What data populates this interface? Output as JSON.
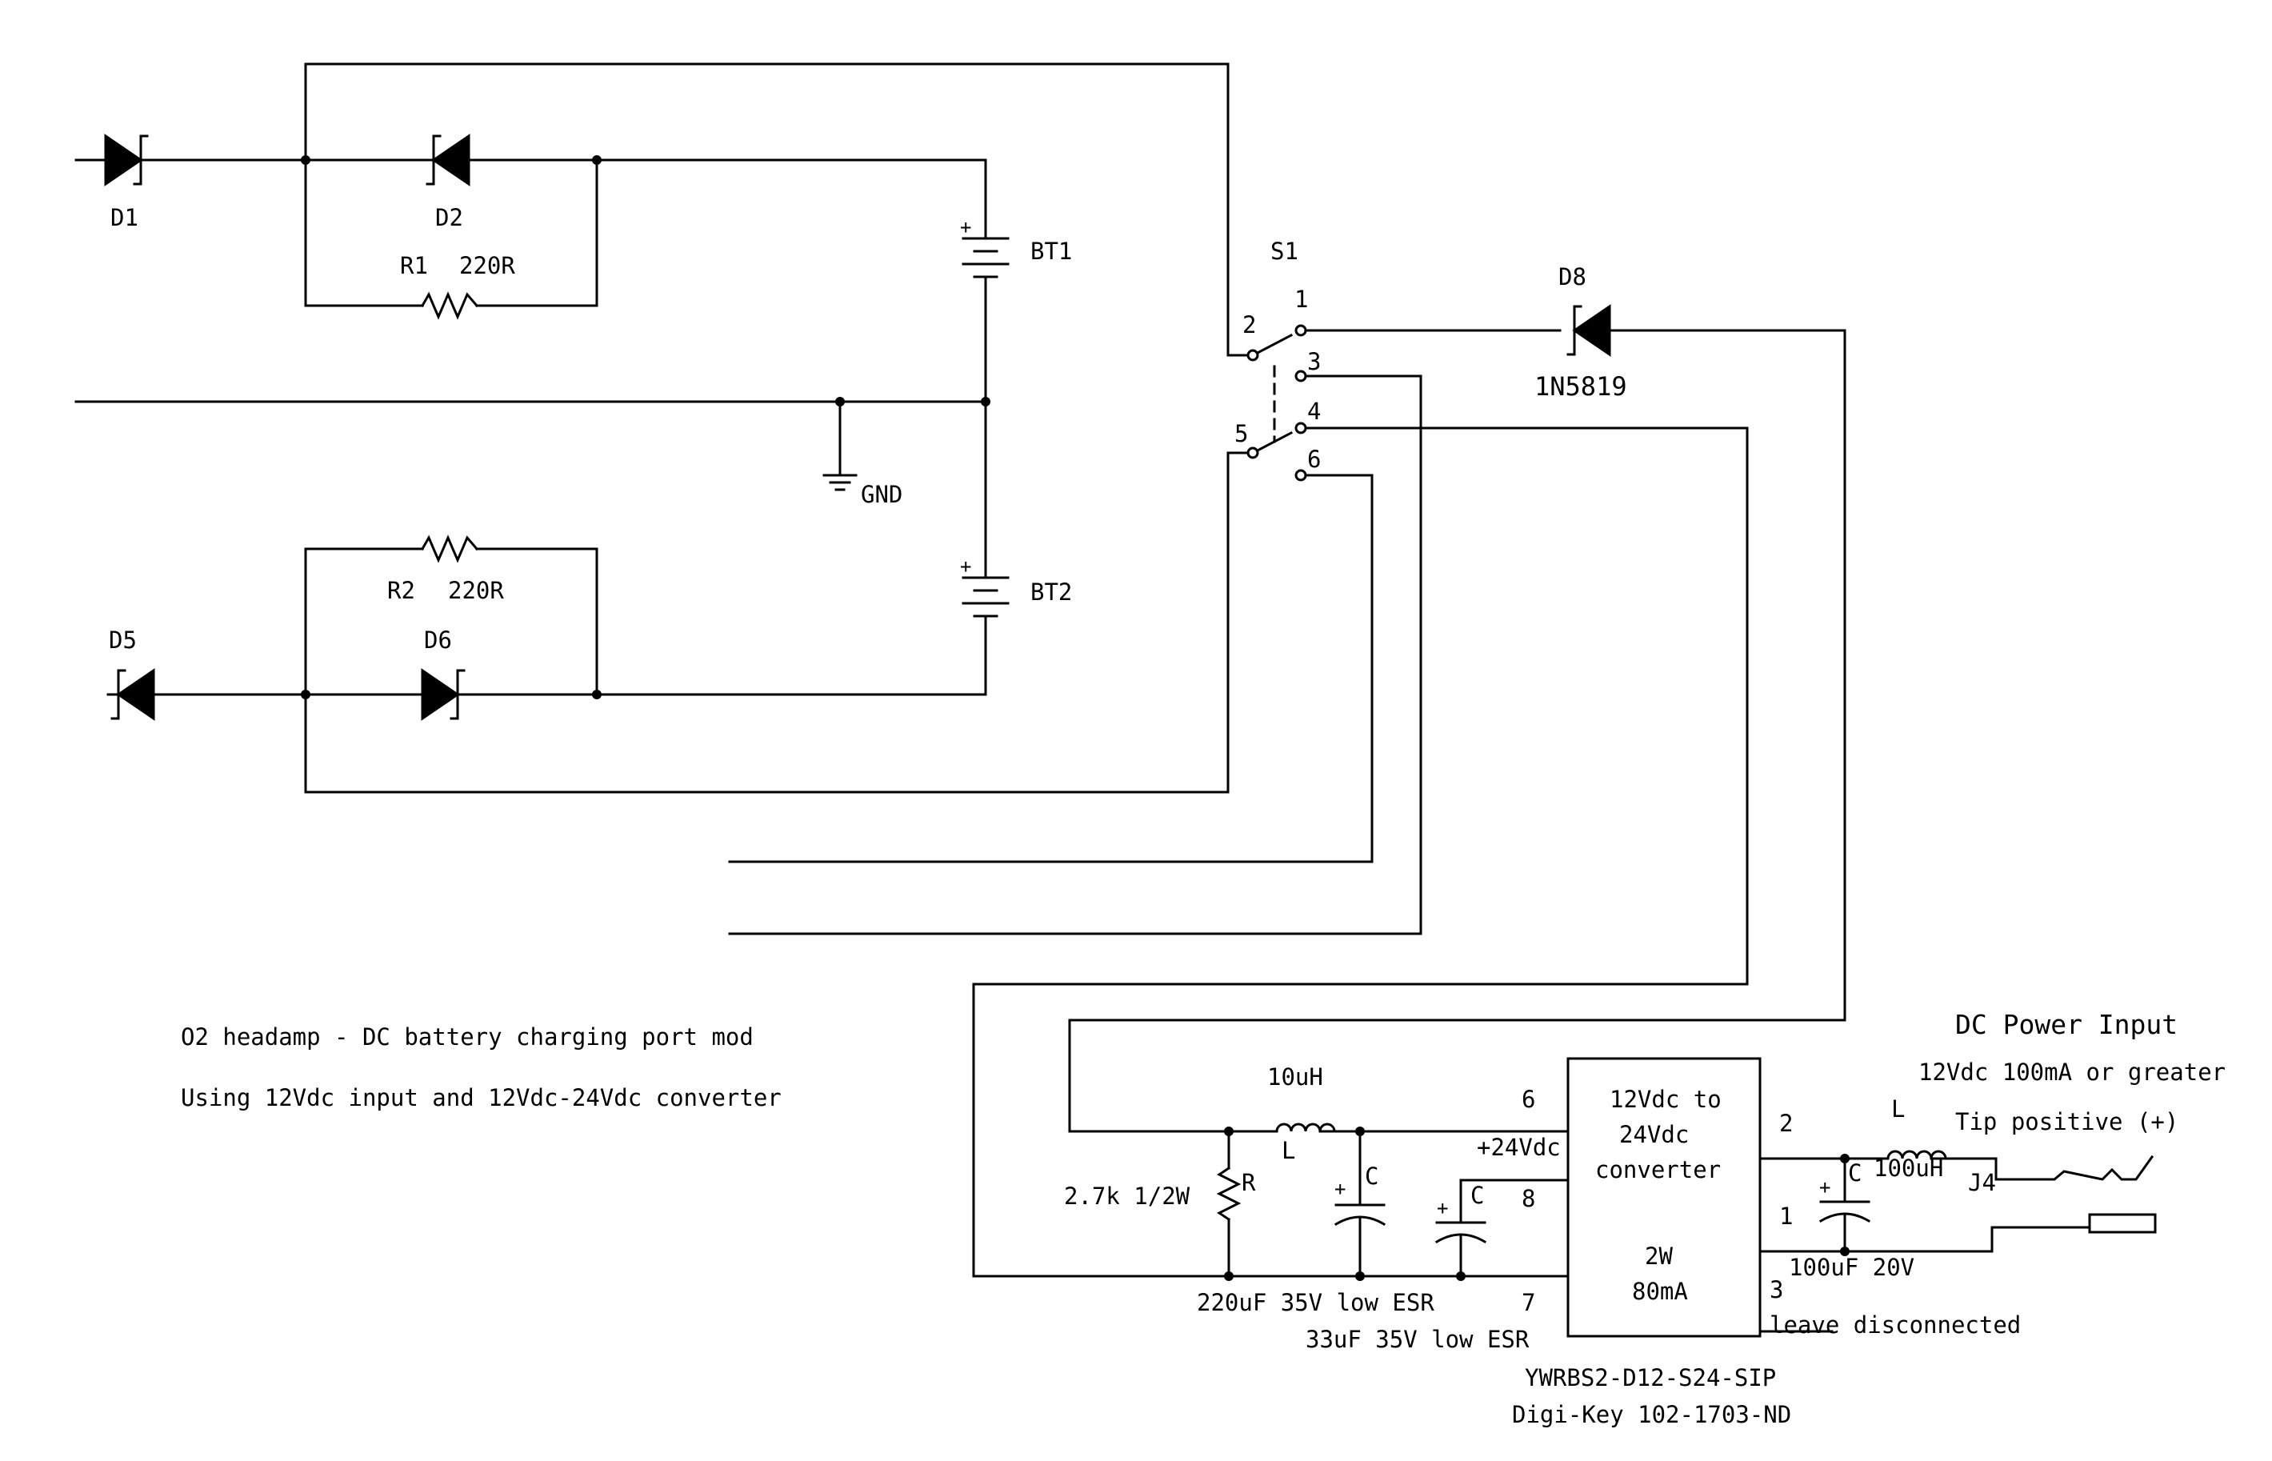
{
  "notes": {
    "title": "O2 headamp - DC battery charging port mod",
    "subtitle": "Using 12Vdc input and 12Vdc-24Vdc converter"
  },
  "components": {
    "d1": {
      "ref": "D1"
    },
    "d2": {
      "ref": "D2"
    },
    "d5": {
      "ref": "D5"
    },
    "d6": {
      "ref": "D6"
    },
    "d8": {
      "ref": "D8",
      "value": "1N5819"
    },
    "r1": {
      "ref": "R1",
      "value": "220R"
    },
    "r2": {
      "ref": "R2",
      "value": "220R"
    },
    "bt1": {
      "ref": "BT1",
      "plus": "+"
    },
    "bt2": {
      "ref": "BT2",
      "plus": "+"
    },
    "gnd": {
      "label": "GND"
    },
    "s1": {
      "ref": "S1",
      "pins": [
        "1",
        "2",
        "3",
        "4",
        "5",
        "6"
      ]
    },
    "inductor_out": {
      "value": "10uH",
      "ref": "L"
    },
    "resistor_out": {
      "value": "2.7k 1/2W",
      "ref": "R"
    },
    "cap_out": {
      "ref": "C",
      "plus": "+",
      "value": "220uF 35V low ESR"
    },
    "cap_pin8": {
      "ref": "C",
      "plus": "+",
      "value": "33uF 35V low ESR"
    },
    "converter": {
      "line1": "12Vdc to",
      "line2": "24Vdc",
      "line3": "converter",
      "line4": "2W",
      "line5": "80mA",
      "pin6": "6",
      "pin8": "8",
      "pin7": "7",
      "pin2": "2",
      "pin1": "1",
      "pin3": "3",
      "out_label": "+24Vdc",
      "pin3_note": "leave disconnected",
      "part": "YWRBS2-D12-S24-SIP",
      "vendor": "Digi-Key 102-1703-ND"
    },
    "inductor_in": {
      "ref": "L",
      "value": "100uH"
    },
    "cap_in": {
      "ref": "C",
      "plus": "+",
      "value": "100uF 20V"
    },
    "jack": {
      "ref": "J4"
    }
  },
  "power_input": {
    "title": "DC Power Input",
    "spec": "12Vdc 100mA or greater",
    "polarity": "Tip positive (+)"
  }
}
